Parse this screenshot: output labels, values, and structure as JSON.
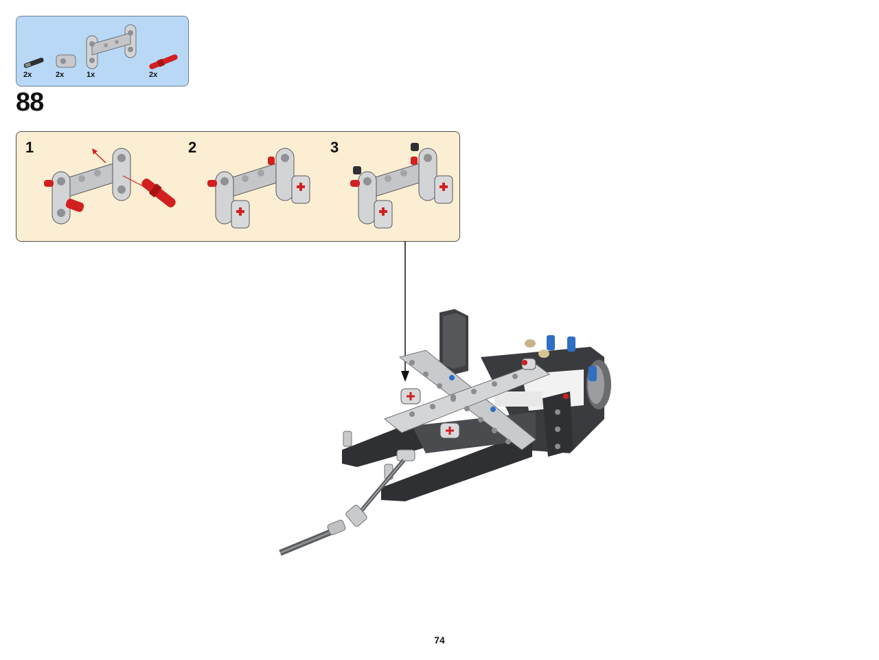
{
  "parts_list": {
    "items": [
      {
        "icon": "black-axle-pin-icon",
        "qty": "2x"
      },
      {
        "icon": "axle-connector-icon",
        "qty": "2x"
      },
      {
        "icon": "h-frame-beam-icon",
        "qty": "1x"
      },
      {
        "icon": "red-axle-pin-icon",
        "qty": "2x"
      }
    ]
  },
  "step": {
    "number": "88"
  },
  "sub_steps": [
    {
      "label": "1",
      "icon": "sub-step-1-assembly-icon"
    },
    {
      "label": "2",
      "icon": "sub-step-2-assembly-icon"
    },
    {
      "label": "3",
      "icon": "sub-step-3-assembly-icon"
    }
  ],
  "main_model": {
    "icon": "chassis-assembly-icon"
  },
  "page": {
    "number": "74"
  },
  "colors": {
    "parts_box": "#b8d8f6",
    "sub_step_box": "#fbeed2",
    "pin_red": "#d21f1f",
    "beam_grey": "#cfd0d2",
    "dark_grey": "#3e3f42",
    "pin_blue": "#2f6fc4"
  }
}
